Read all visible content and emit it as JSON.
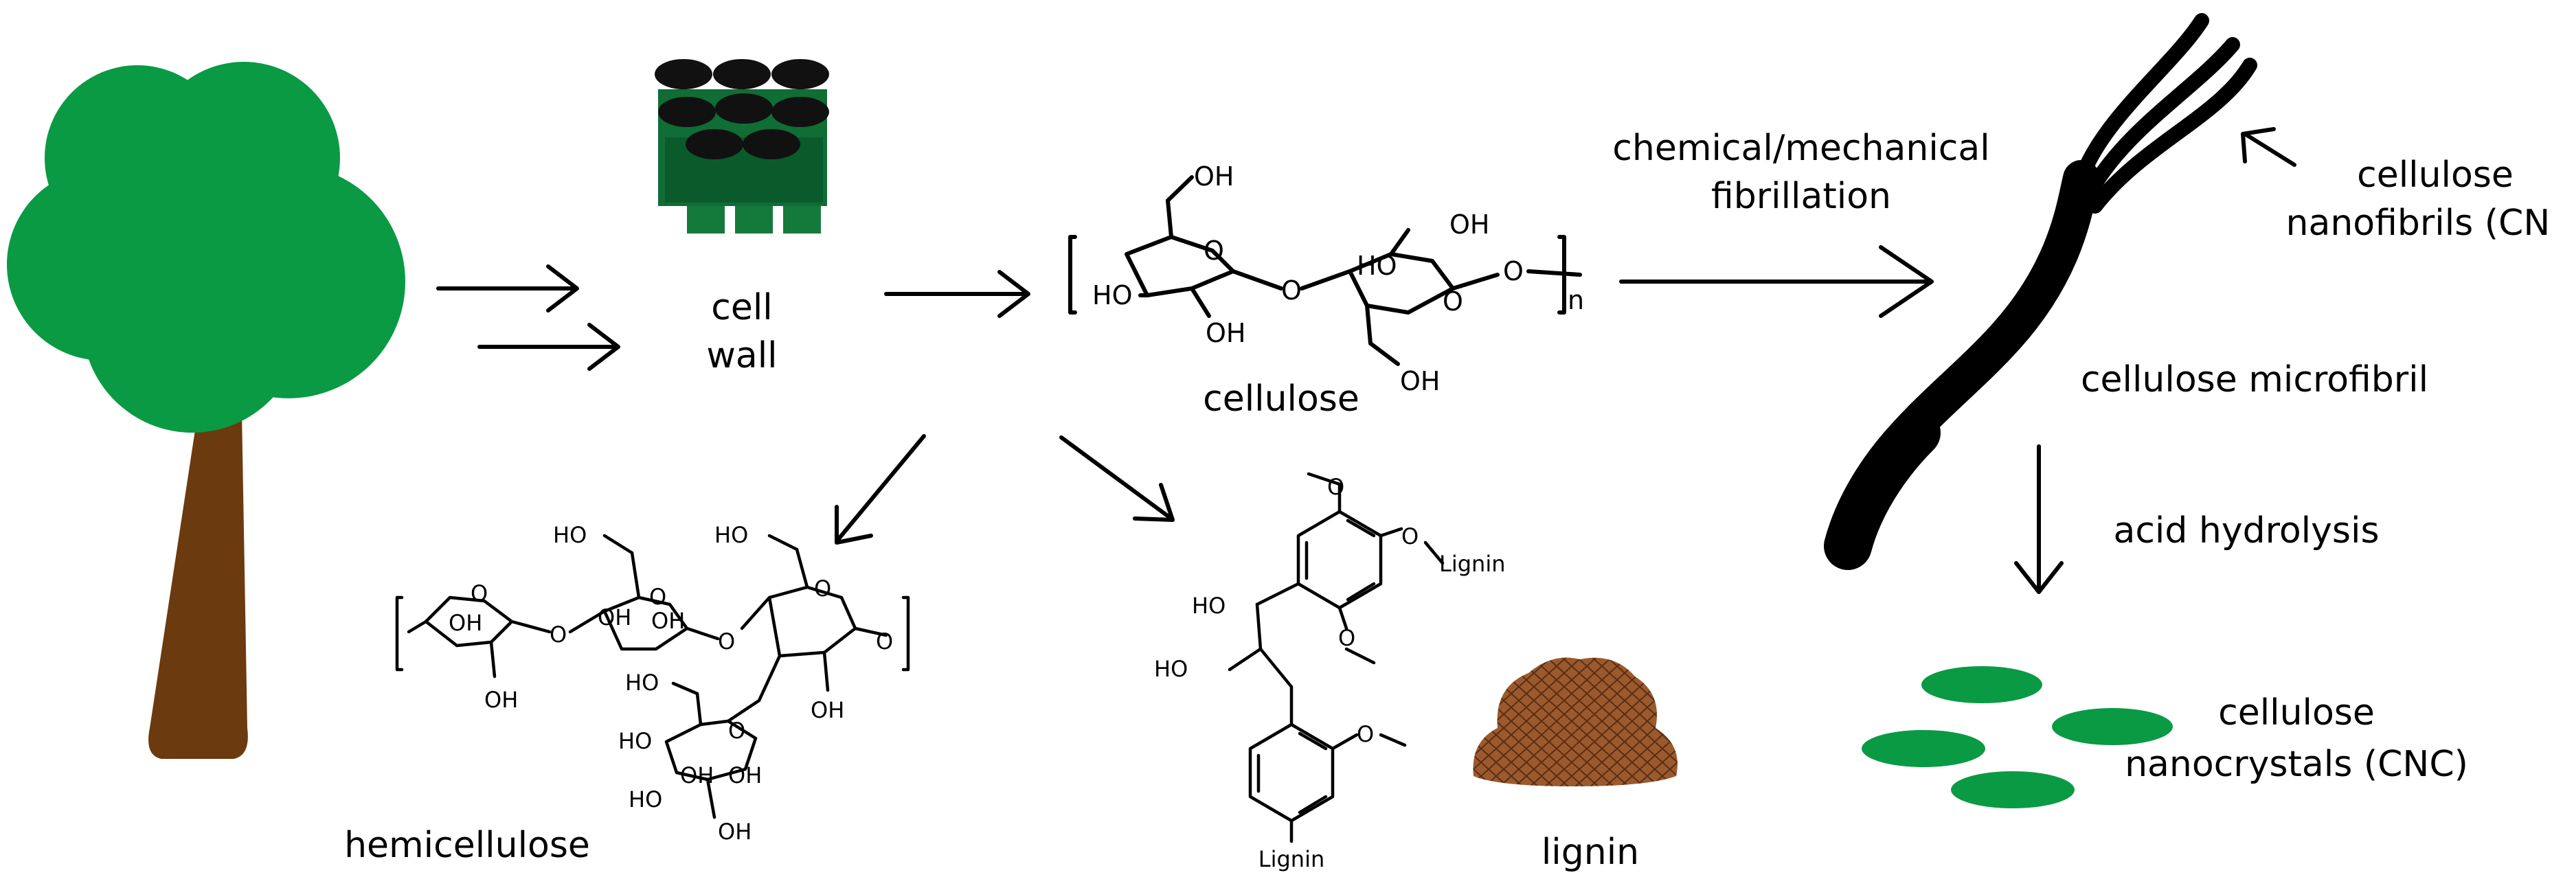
{
  "labels": {
    "cell_wall_line1": "cell",
    "cell_wall_line2": "wall",
    "cellulose": "cellulose",
    "chem_fib_line1": "chemical/mechanical",
    "chem_fib_line2": "fibrillation",
    "cnf_line1": "cellulose",
    "cnf_line2": "nanofibrils (CNF)",
    "microfibril": "cellulose microfibril",
    "acid": "acid hydrolysis",
    "cnc_line1": "cellulose",
    "cnc_line2": "nanocrystals (CNC)",
    "hemicellulose": "hemicellulose",
    "lignin": "lignin"
  },
  "chem": {
    "oh": "OH",
    "ho": "HO",
    "o": "O",
    "n": "n",
    "lignin_sub": "Lignin"
  },
  "colors": {
    "tree_canopy": "#0a9a44",
    "tree_trunk": "#6b3a0e",
    "cell_dark": "#0b5a2c",
    "cell_mid": "#137a3c",
    "cnc_green": "#0a9a44",
    "lignin_brown": "#9b5a2e",
    "lignin_cell": "#5a2e12"
  }
}
